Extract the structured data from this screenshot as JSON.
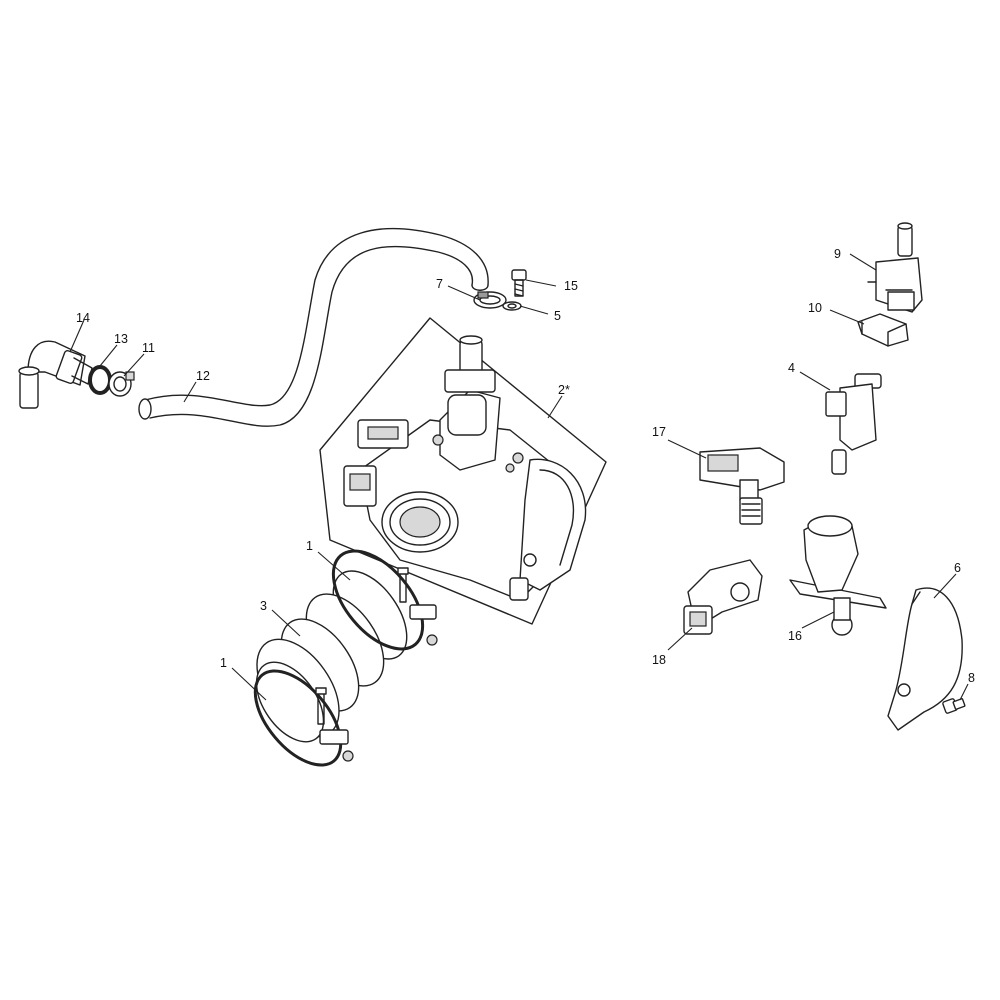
{
  "callouts": {
    "c1a": "1",
    "c1b": "1",
    "c2": "2*",
    "c3": "3",
    "c4": "4",
    "c5": "5",
    "c6": "6",
    "c7": "7",
    "c8": "8",
    "c9": "9",
    "c10": "10",
    "c11": "11",
    "c12": "12",
    "c13": "13",
    "c14": "14",
    "c15": "15",
    "c16": "16",
    "c17": "17",
    "c18": "18"
  }
}
